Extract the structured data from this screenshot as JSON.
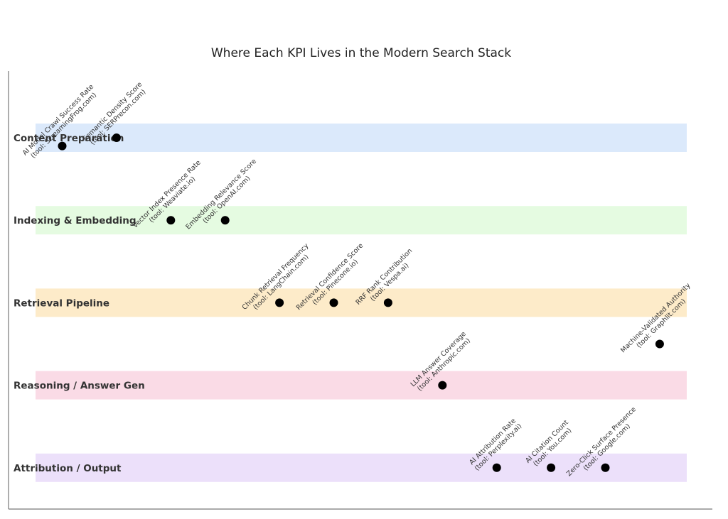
{
  "chart_data": {
    "type": "scatter",
    "title": "Where Each KPI Lives in the Modern Search Stack",
    "xlabel": "",
    "ylabel": "",
    "grid": false,
    "lanes": [
      {
        "name": "Content Preparation",
        "color": "#dbe9fb"
      },
      {
        "name": "Indexing & Embedding",
        "color": "#e5fbe1"
      },
      {
        "name": "Retrieval Pipeline",
        "color": "#fdebc9"
      },
      {
        "name": "Reasoning / Answer Gen",
        "color": "#fadbe6"
      },
      {
        "name": "Attribution / Output",
        "color": "#ece0fa"
      }
    ],
    "points": [
      {
        "x": 1,
        "y": 0.1,
        "kpi": "AI Model Crawl Success Rate",
        "tool": "(tool: ScreamingFrog.com)"
      },
      {
        "x": 2,
        "y": 0.0,
        "kpi": "Semantic Density Score",
        "tool": "(tool: SERPrecon.com)"
      },
      {
        "x": 3,
        "y": 1.0,
        "kpi": "Vector Index Presence Rate",
        "tool": "(tool: Weaviate.io)"
      },
      {
        "x": 4,
        "y": 1.0,
        "kpi": "Embedding Relevance Score",
        "tool": "(tool: OpenAI.com)"
      },
      {
        "x": 5,
        "y": 2.0,
        "kpi": "Chunk Retrieval Frequency",
        "tool": "(tool: LangChain.com)"
      },
      {
        "x": 6,
        "y": 2.0,
        "kpi": "Retrieval Confidence Score",
        "tool": "(tool: Pinecone.io)"
      },
      {
        "x": 7,
        "y": 2.0,
        "kpi": "RRF Rank Contribution",
        "tool": "(tool: Vespa.ai)"
      },
      {
        "x": 8,
        "y": 3.0,
        "kpi": "LLM Answer Coverage",
        "tool": "(tool: Anthropic.com)"
      },
      {
        "x": 9,
        "y": 4.0,
        "kpi": "AI Attribution Rate",
        "tool": "(tool: Perplexity.ai)"
      },
      {
        "x": 10,
        "y": 4.0,
        "kpi": "AI Citation Count",
        "tool": "(tool: You.com)"
      },
      {
        "x": 11,
        "y": 4.0,
        "kpi": "Zero-Click Surface Presence",
        "tool": "(tool: Google.com)"
      },
      {
        "x": 12,
        "y": 2.5,
        "kpi": "Machine-Validated Authority",
        "tool": "(tool: Graphlit.com)"
      }
    ],
    "point_color": "#000000"
  }
}
